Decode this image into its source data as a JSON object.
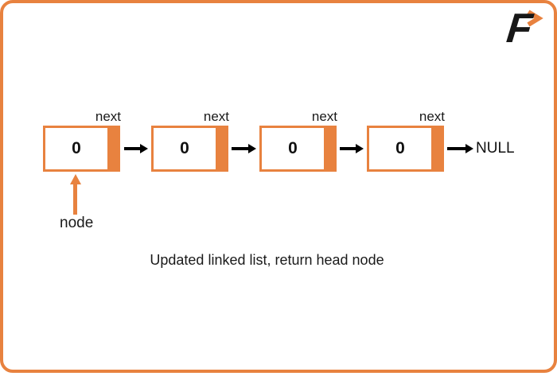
{
  "logo": {
    "letter": "F",
    "chevron_icon": "right-chevron"
  },
  "list": {
    "nodes": [
      {
        "value": "0",
        "pointer_label": "next"
      },
      {
        "value": "0",
        "pointer_label": "next"
      },
      {
        "value": "0",
        "pointer_label": "next"
      },
      {
        "value": "0",
        "pointer_label": "next"
      }
    ],
    "terminator": "NULL",
    "head_pointer_label": "node"
  },
  "caption": "Updated linked list, return head node",
  "colors": {
    "accent_orange": "#E8823F",
    "text_black": "#1A1A1A",
    "arrow_black": "#000000",
    "background": "#FFFFFF"
  }
}
